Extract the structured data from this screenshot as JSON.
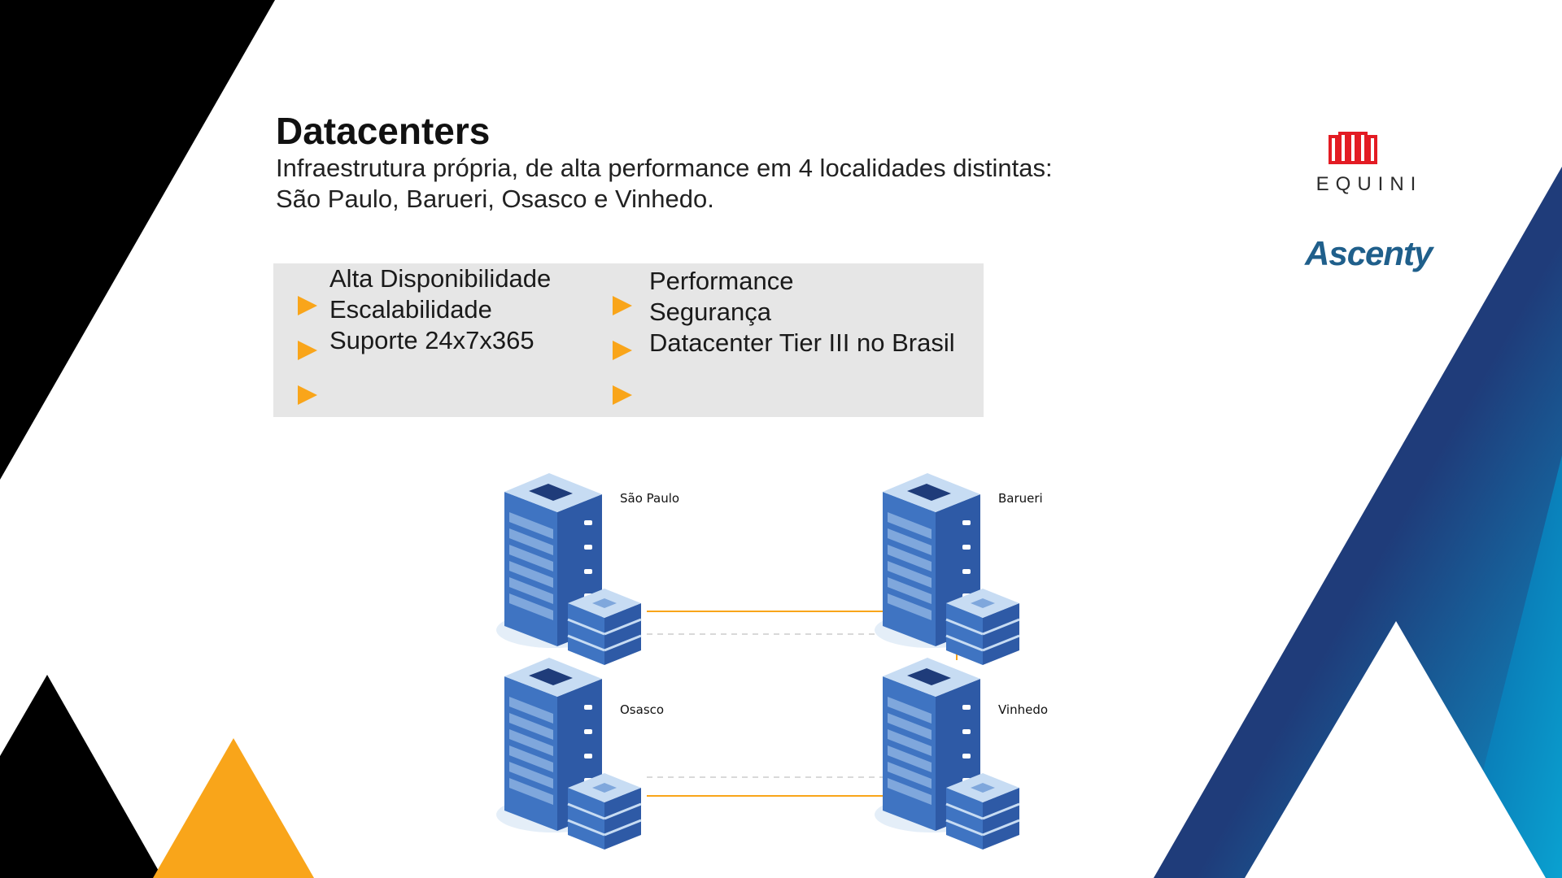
{
  "slide": {
    "title": "Datacenters",
    "subtitle_lines": [
      "Infraestrutura própria, de alta performance em 4 localidades distintas:",
      "São Paulo, Barueri, Osasco e Vinhedo."
    ]
  },
  "features": {
    "left": [
      "Alta Disponibilidade",
      "Escalabilidade",
      "Suporte 24x7x365"
    ],
    "right": [
      "Performance",
      "Segurança",
      "Datacenter Tier III no Brasil"
    ]
  },
  "logos": {
    "equinix_text": "EQUINI",
    "ascenty_text": "Ascenty"
  },
  "diagram": {
    "locations": [
      "São Paulo",
      "Barueri",
      "Osasco",
      "Vinhedo"
    ]
  },
  "colors": {
    "accent_orange": "#f9a51a",
    "navy": "#1f3c7a",
    "black": "#000000",
    "panel_gray": "#e6e6e6",
    "equinix_red": "#e31b23",
    "ascenty_blue": "#1f5f8b"
  },
  "icons": [
    "bullet-triangle-icon",
    "server-rack-icon",
    "equinix-logo-icon"
  ]
}
